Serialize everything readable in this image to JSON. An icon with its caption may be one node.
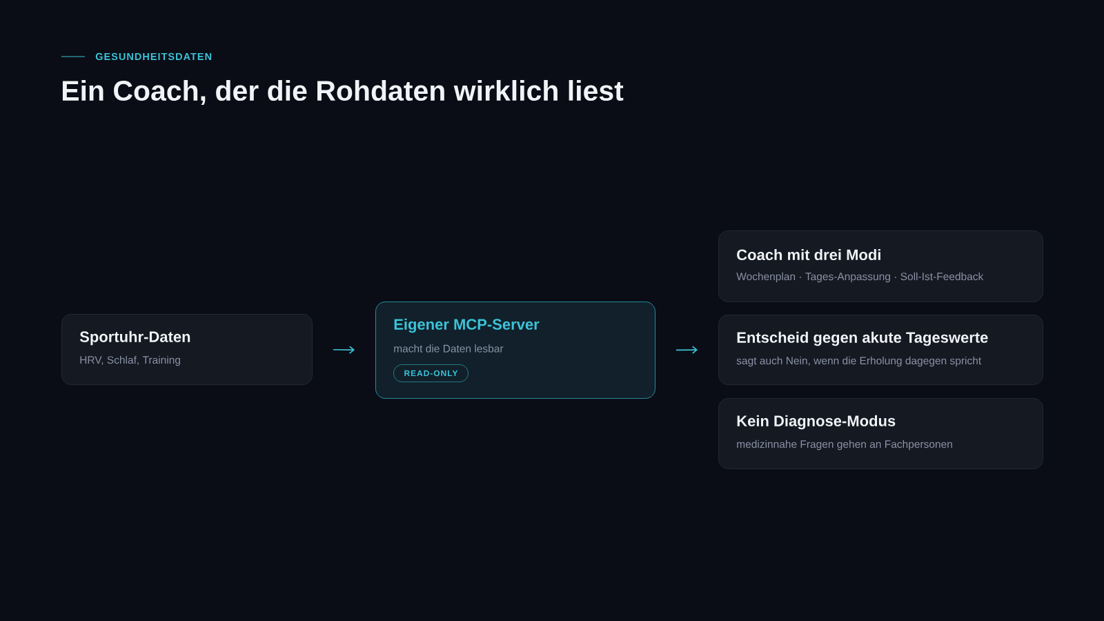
{
  "diagram": {
    "title": "Ein Coach, der die Rohdaten wirklich liest",
    "nodes": [
      {
        "text": [
          "Sportuhr-Daten",
          "HRV, Schlaf, Training"
        ]
      },
      {
        "text": [
          "Eigener MCP-Server",
          "macht die Daten lesbar"
        ]
      },
      {
        "text": [
          "READ-ONLY"
        ],
        "in": 1
      },
      {
        "text": [
          "Coach mit drei Modi",
          "Wochenplan · Tages-Anpassung · Soll-Ist-Feedback"
        ]
      },
      {
        "text": [
          "Entscheid gegen akute Tageswerte",
          "sagt auch Nein, wenn die Erholung dagegen spricht"
        ]
      },
      {
        "text": [
          "Kein Diagnose-Modus",
          "medizinnahe Fragen gehen an Fachpersonen"
        ]
      }
    ],
    "edges": [
      {
        "from": 0,
        "to": 1,
        "arrow": "to"
      },
      {
        "from": 1,
        "to": 4,
        "arrow": "to"
      }
    ],
    "labels": [
      "GESUNDHEITSDATEN"
    ]
  }
}
